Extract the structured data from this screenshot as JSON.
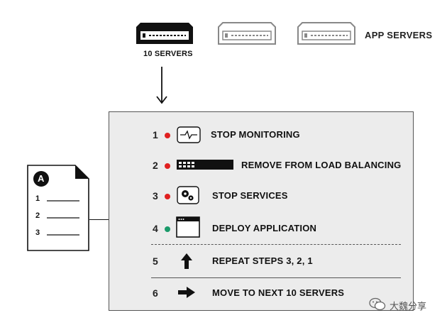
{
  "servers": {
    "first_caption": "10 SERVERS",
    "group_label": "APP SERVERS"
  },
  "playbook": {
    "logo_letter": "A",
    "list_numbers": [
      "1",
      "2",
      "3"
    ]
  },
  "steps": [
    {
      "num": "1",
      "label": "STOP MONITORING",
      "status_color": "#e02020",
      "icon": "pulse-icon"
    },
    {
      "num": "2",
      "label": "REMOVE FROM LOAD BALANCING",
      "status_color": "#e02020",
      "icon": "load-balancer-icon"
    },
    {
      "num": "3",
      "label": "STOP SERVICES",
      "status_color": "#e02020",
      "icon": "gears-icon"
    },
    {
      "num": "4",
      "label": "DEPLOY APPLICATION",
      "status_color": "#1a9a6a",
      "icon": "window-icon"
    },
    {
      "num": "5",
      "label": "REPEAT STEPS 3, 2, 1",
      "icon": "up-arrow-icon"
    },
    {
      "num": "6",
      "label": "MOVE TO NEXT 10 SERVERS",
      "icon": "right-arrow-icon"
    }
  ],
  "watermark": "大魏分享",
  "colors": {
    "active_server": "#111111",
    "inactive_server": "#888888",
    "panel_bg": "#ececec",
    "failed": "#e02020",
    "ok": "#1a9a6a"
  }
}
